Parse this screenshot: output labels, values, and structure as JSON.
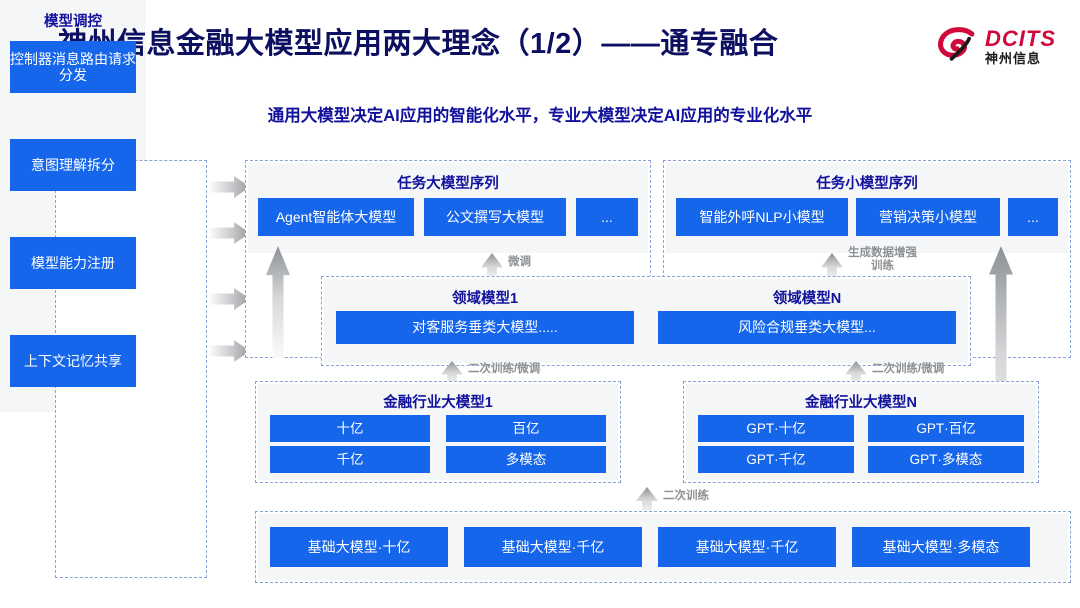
{
  "header": {
    "title": "神州信息金融大模型应用两大理念（1/2）——通专融合",
    "subtitle": "通用大模型决定AI应用的智能化水平，专业大模型决定AI应用的专业化水平",
    "accent_colors": [
      "#11117e",
      "#1166e8",
      "#2ec2ef"
    ],
    "logo": {
      "mark": "swirl-logo-icon",
      "name": "DCITS",
      "sub": "神州信息",
      "color": "#d1083a"
    }
  },
  "sidebar": {
    "title": "模型调控",
    "items": [
      {
        "label": "控制器消息路由请求分发"
      },
      {
        "label": "意图理解拆分"
      },
      {
        "label": "模型能力注册"
      },
      {
        "label": "上下文记忆共享"
      }
    ]
  },
  "diagram": {
    "task_large": {
      "title": "任务大模型序列",
      "items": [
        "Agent智能体大模型",
        "公文撰写大模型",
        "..."
      ]
    },
    "task_small": {
      "title": "任务小模型序列",
      "items": [
        "智能外呼NLP小模型",
        "营销决策小模型",
        "..."
      ]
    },
    "domain_models": [
      {
        "title": "领域模型1",
        "item": "对客服务垂类大模型....."
      },
      {
        "title": "领域模型N",
        "item": "风险合规垂类大模型..."
      }
    ],
    "industry_models": [
      {
        "title": "金融行业大模型1",
        "items": [
          "十亿",
          "百亿",
          "千亿",
          "多模态"
        ]
      },
      {
        "title": "金融行业大模型N",
        "items": [
          "GPT·十亿",
          "GPT·百亿",
          "GPT·千亿",
          "GPT·多模态"
        ]
      }
    ],
    "base_models": [
      "基础大模型·十亿",
      "基础大模型·千亿",
      "基础大模型·千亿",
      "基础大模型·多模态"
    ],
    "flow_labels": {
      "fine_tune": "微调",
      "data_aug_line1": "生成数据增强",
      "data_aug_line2": "训练",
      "retrain_finetune_left": "二次训练/微调",
      "retrain_finetune_right": "二次训练/微调",
      "retrain": "二次训练"
    }
  },
  "colors": {
    "box_blue": "#1566ea",
    "title_navy": "#11119c",
    "panel_grey": "#f4f6f8",
    "dashed_border": "#8aa3d6",
    "arrow_grey": "#9a9c9f"
  }
}
